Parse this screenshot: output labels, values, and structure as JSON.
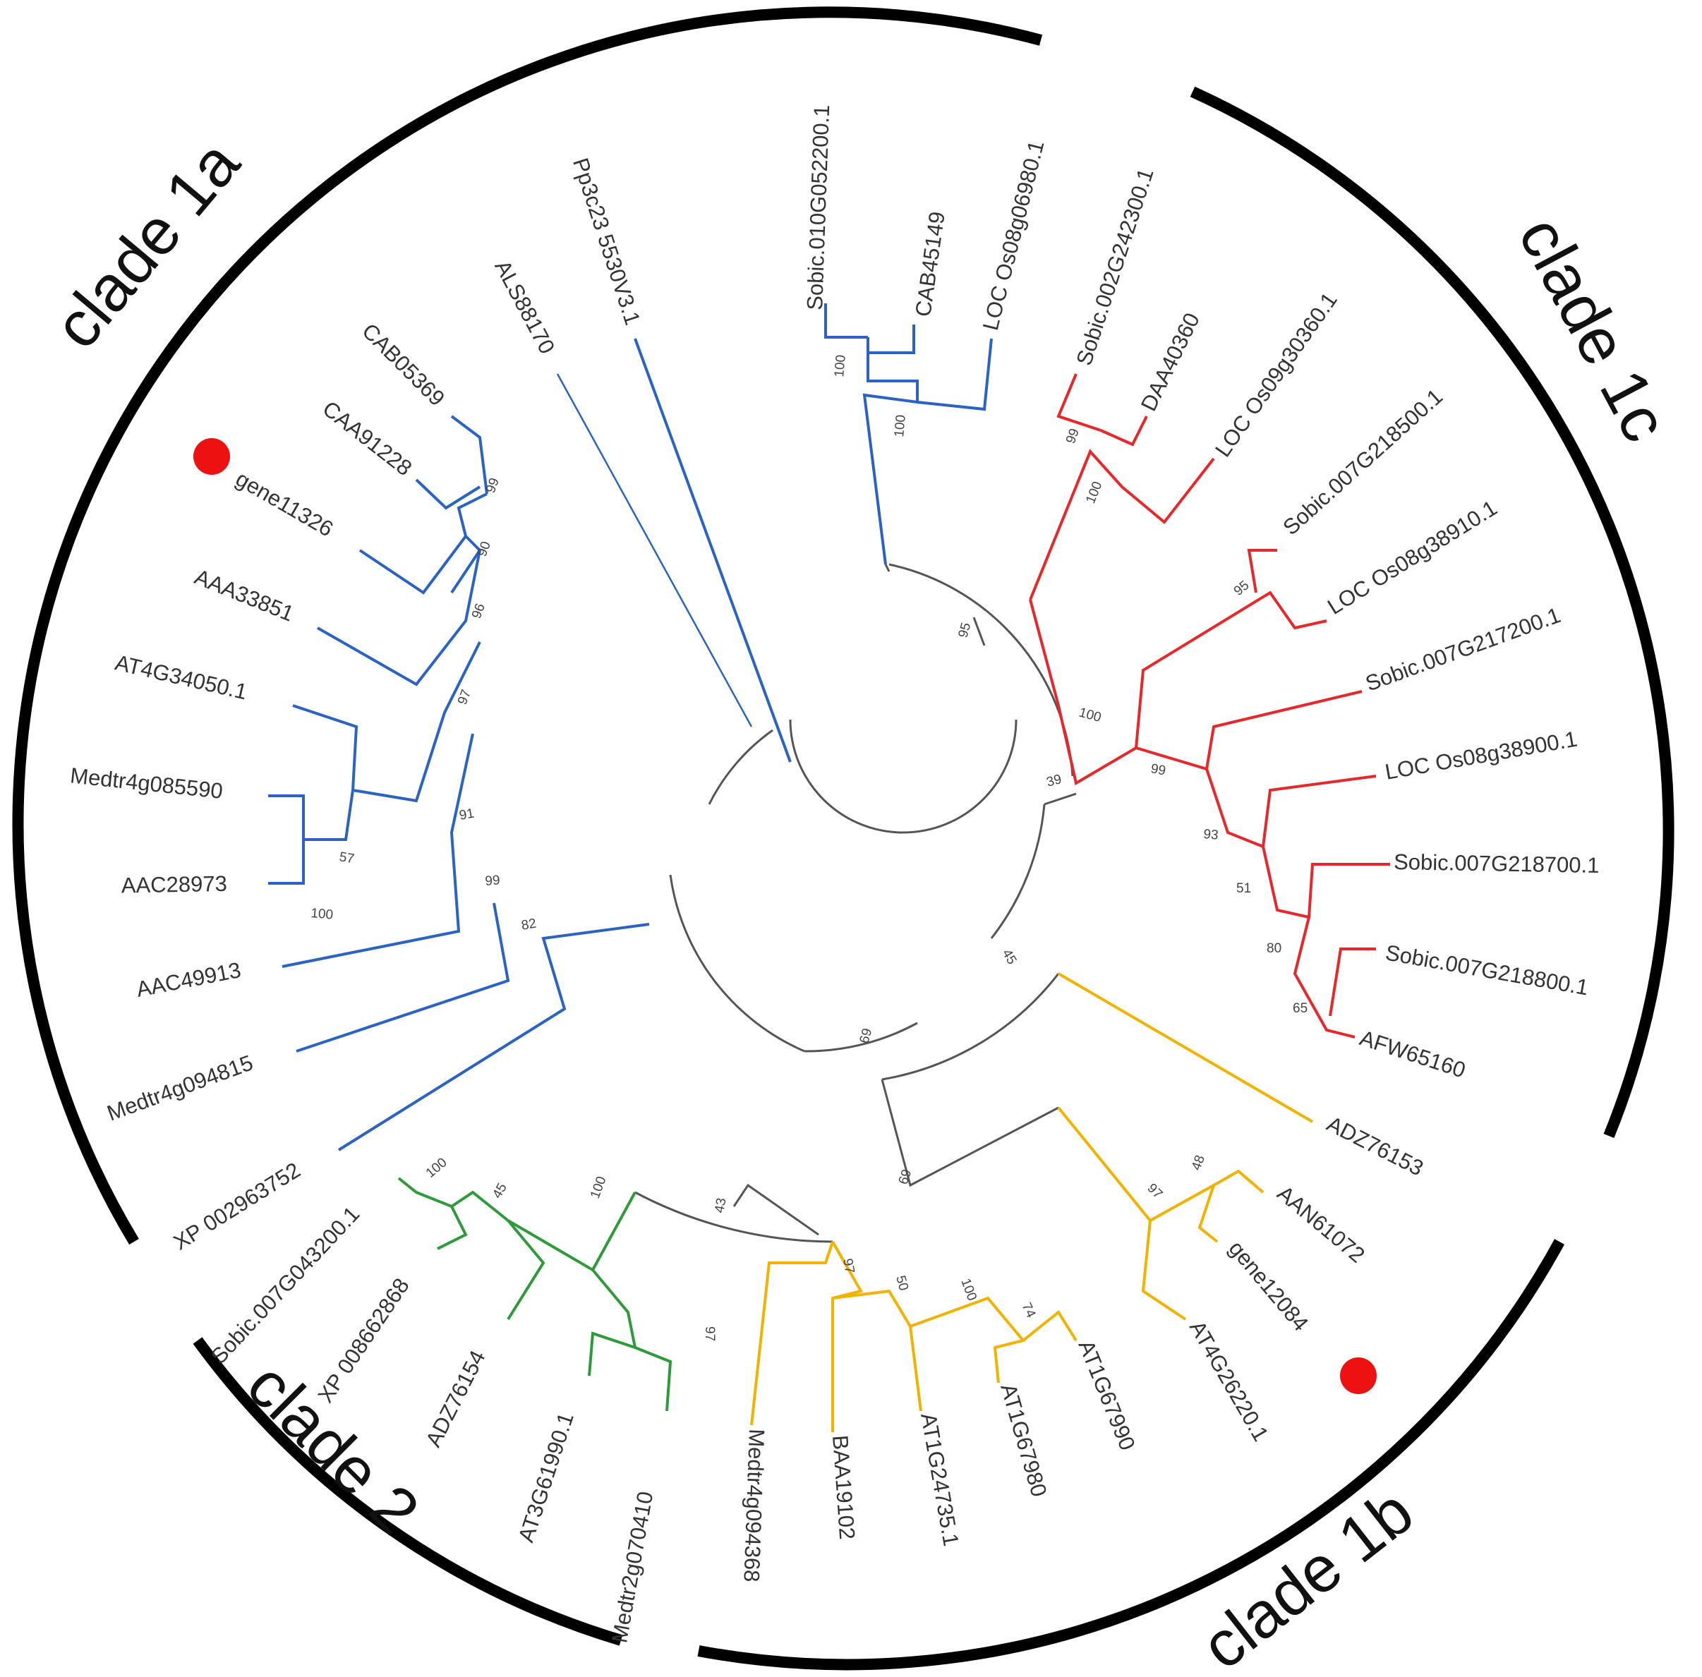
{
  "colors": {
    "clade1a": "#2b63c4",
    "clade1b": "#f2b200",
    "clade1c": "#e8272b",
    "clade2": "#2f9a3c",
    "backbone": "#555555",
    "marker": "#ee1111",
    "arc": "#000000"
  },
  "clades": [
    {
      "id": "clade1a",
      "label": "clade 1a",
      "color_key": "clade1a"
    },
    {
      "id": "clade1b",
      "label": "clade 1b",
      "color_key": "clade1b"
    },
    {
      "id": "clade1c",
      "label": "clade 1c",
      "color_key": "clade1c"
    },
    {
      "id": "clade2",
      "label": "clade 2",
      "color_key": "clade2"
    }
  ],
  "leaves": [
    {
      "id": "l01",
      "label": "Sobic.010G052200.1",
      "color_key": "clade1a"
    },
    {
      "id": "l02",
      "label": "CAB45149",
      "color_key": "clade1a"
    },
    {
      "id": "l03",
      "label": "LOC Os08g06980.1",
      "color_key": "clade1a"
    },
    {
      "id": "l04",
      "label": "Sobic.002G242300.1",
      "color_key": "clade1c"
    },
    {
      "id": "l05",
      "label": "DAA40360",
      "color_key": "clade1c"
    },
    {
      "id": "l06",
      "label": "LOC Os09g30360.1",
      "color_key": "clade1c"
    },
    {
      "id": "l07",
      "label": "Sobic.007G218500.1",
      "color_key": "clade1c"
    },
    {
      "id": "l08",
      "label": "LOC Os08g38910.1",
      "color_key": "clade1c"
    },
    {
      "id": "l09",
      "label": "Sobic.007G217200.1",
      "color_key": "clade1c"
    },
    {
      "id": "l10",
      "label": "LOC Os08g38900.1",
      "color_key": "clade1c"
    },
    {
      "id": "l11",
      "label": "Sobic.007G218700.1",
      "color_key": "clade1c"
    },
    {
      "id": "l12",
      "label": "Sobic.007G218800.1",
      "color_key": "clade1c"
    },
    {
      "id": "l13",
      "label": "AFW65160",
      "color_key": "clade1c"
    },
    {
      "id": "l14",
      "label": "ADZ76153",
      "color_key": "clade1b"
    },
    {
      "id": "l15",
      "label": "AAN61072",
      "color_key": "clade1b"
    },
    {
      "id": "l16",
      "label": "gene12084",
      "color_key": "clade1b",
      "marker": true
    },
    {
      "id": "l17",
      "label": "AT4G26220.1",
      "color_key": "clade1b"
    },
    {
      "id": "l18",
      "label": "AT1G67990",
      "color_key": "clade1b"
    },
    {
      "id": "l19",
      "label": "AT1G67980",
      "color_key": "clade1b"
    },
    {
      "id": "l20",
      "label": "AT1G24735.1",
      "color_key": "clade1b"
    },
    {
      "id": "l21",
      "label": "BAA19102",
      "color_key": "clade1b"
    },
    {
      "id": "l22",
      "label": "Medtr4g094368",
      "color_key": "clade1b"
    },
    {
      "id": "l23",
      "label": "Medtr2g070410",
      "color_key": "clade2"
    },
    {
      "id": "l24",
      "label": "AT3G61990.1",
      "color_key": "clade2"
    },
    {
      "id": "l25",
      "label": "ADZ76154",
      "color_key": "clade2"
    },
    {
      "id": "l26",
      "label": "XP 008662868",
      "color_key": "clade2"
    },
    {
      "id": "l27",
      "label": "Sobic.007G043200.1",
      "color_key": "clade2"
    },
    {
      "id": "l28",
      "label": "XP 002963752",
      "color_key": "clade1a"
    },
    {
      "id": "l29",
      "label": "Medtr4g094815",
      "color_key": "clade1a"
    },
    {
      "id": "l30",
      "label": "AAC49913",
      "color_key": "clade1a"
    },
    {
      "id": "l31",
      "label": "AAC28973",
      "color_key": "clade1a"
    },
    {
      "id": "l32",
      "label": "Medtr4g085590",
      "color_key": "clade1a"
    },
    {
      "id": "l33",
      "label": "AT4G34050.1",
      "color_key": "clade1a"
    },
    {
      "id": "l34",
      "label": "AAA33851",
      "color_key": "clade1a"
    },
    {
      "id": "l35",
      "label": "gene11326",
      "color_key": "clade1a",
      "marker": true
    },
    {
      "id": "l36",
      "label": "CAA91228",
      "color_key": "clade1a"
    },
    {
      "id": "l37",
      "label": "CAB05369",
      "color_key": "clade1a"
    },
    {
      "id": "l38",
      "label": "ALS88170",
      "color_key": "clade1a"
    },
    {
      "id": "l39",
      "label": "Pp3c23 5530V3.1",
      "color_key": "clade1a"
    }
  ],
  "bootstrap": [
    {
      "id": "b01",
      "value": "100"
    },
    {
      "id": "b02",
      "value": "100"
    },
    {
      "id": "b03",
      "value": "95"
    },
    {
      "id": "b04",
      "value": "99"
    },
    {
      "id": "b05",
      "value": "100"
    },
    {
      "id": "b06",
      "value": "95"
    },
    {
      "id": "b07",
      "value": "100"
    },
    {
      "id": "b08",
      "value": "99"
    },
    {
      "id": "b09",
      "value": "93"
    },
    {
      "id": "b10",
      "value": "51"
    },
    {
      "id": "b11",
      "value": "80"
    },
    {
      "id": "b12",
      "value": "65"
    },
    {
      "id": "b13",
      "value": "39"
    },
    {
      "id": "b14",
      "value": "45"
    },
    {
      "id": "b15",
      "value": "69"
    },
    {
      "id": "b16",
      "value": "69"
    },
    {
      "id": "b17",
      "value": "97"
    },
    {
      "id": "b18",
      "value": "48"
    },
    {
      "id": "b19",
      "value": "43"
    },
    {
      "id": "b20",
      "value": "97"
    },
    {
      "id": "b21",
      "value": "50"
    },
    {
      "id": "b22",
      "value": "100"
    },
    {
      "id": "b23",
      "value": "74"
    },
    {
      "id": "b24",
      "value": "100"
    },
    {
      "id": "b25",
      "value": "45"
    },
    {
      "id": "b26",
      "value": "100"
    },
    {
      "id": "b27",
      "value": "97"
    },
    {
      "id": "b28",
      "value": "82"
    },
    {
      "id": "b29",
      "value": "99"
    },
    {
      "id": "b30",
      "value": "91"
    },
    {
      "id": "b31",
      "value": "57"
    },
    {
      "id": "b32",
      "value": "100"
    },
    {
      "id": "b33",
      "value": "97"
    },
    {
      "id": "b34",
      "value": "96"
    },
    {
      "id": "b35",
      "value": "90"
    },
    {
      "id": "b36",
      "value": "99"
    }
  ]
}
